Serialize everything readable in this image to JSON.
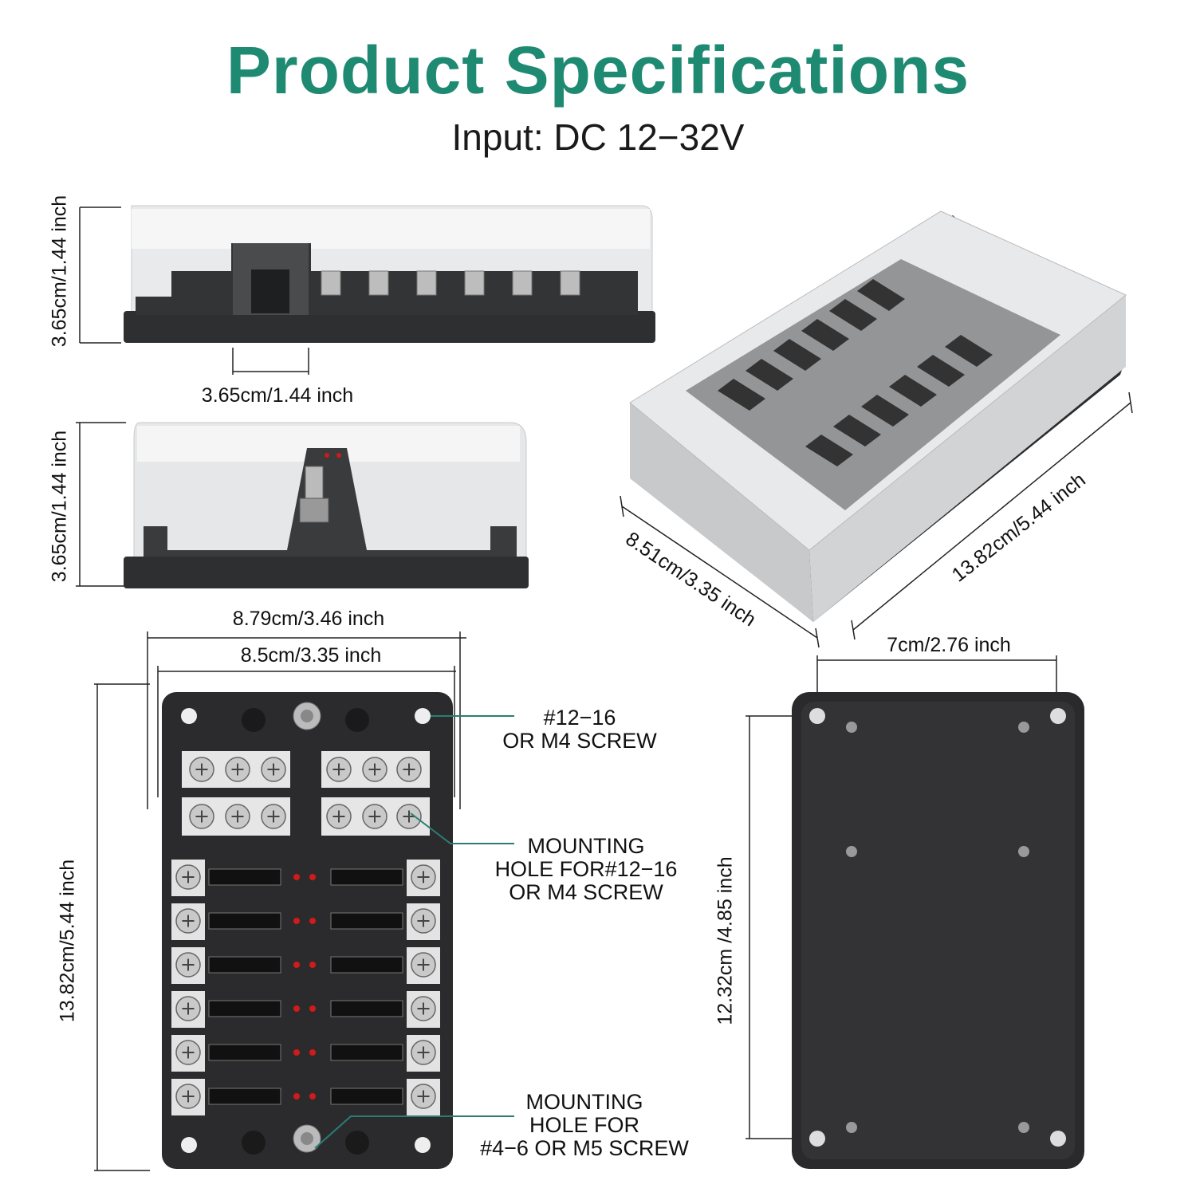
{
  "header": {
    "title": "Product Specifications",
    "subtitle": "Input:  DC 12−32V"
  },
  "dimensions": {
    "side_height_1": "3.65cm/1.44 inch",
    "side_slot_width": "3.65cm/1.44 inch",
    "side_height_2": "3.65cm/1.44 inch",
    "overall_width": "8.79cm/3.46 inch",
    "inner_width": "8.5cm/3.35 inch",
    "front_length": "13.82cm/5.44 inch",
    "iso_width": "8.51cm/3.35 inch",
    "iso_length": "13.82cm/5.44 inch",
    "bottom_hole_spacing": "7cm/2.76 inch",
    "bottom_hole_length": "12.32cm /4.85 inch"
  },
  "callouts": {
    "top_hole": [
      "#12−16",
      "OR M4 SCREW"
    ],
    "mounting_hole_1": [
      "MOUNTING",
      "HOLE FOR#12−16",
      "OR M4 SCREW"
    ],
    "mounting_hole_2": [
      "MOUNTING",
      "HOLE FOR",
      "#4−6 OR M5 SCREW"
    ]
  },
  "colors": {
    "title": "#1f8a72",
    "leader_line": "#2a7d74",
    "body_dark": "#2b2b2d",
    "led_red": "#d11a1a"
  }
}
